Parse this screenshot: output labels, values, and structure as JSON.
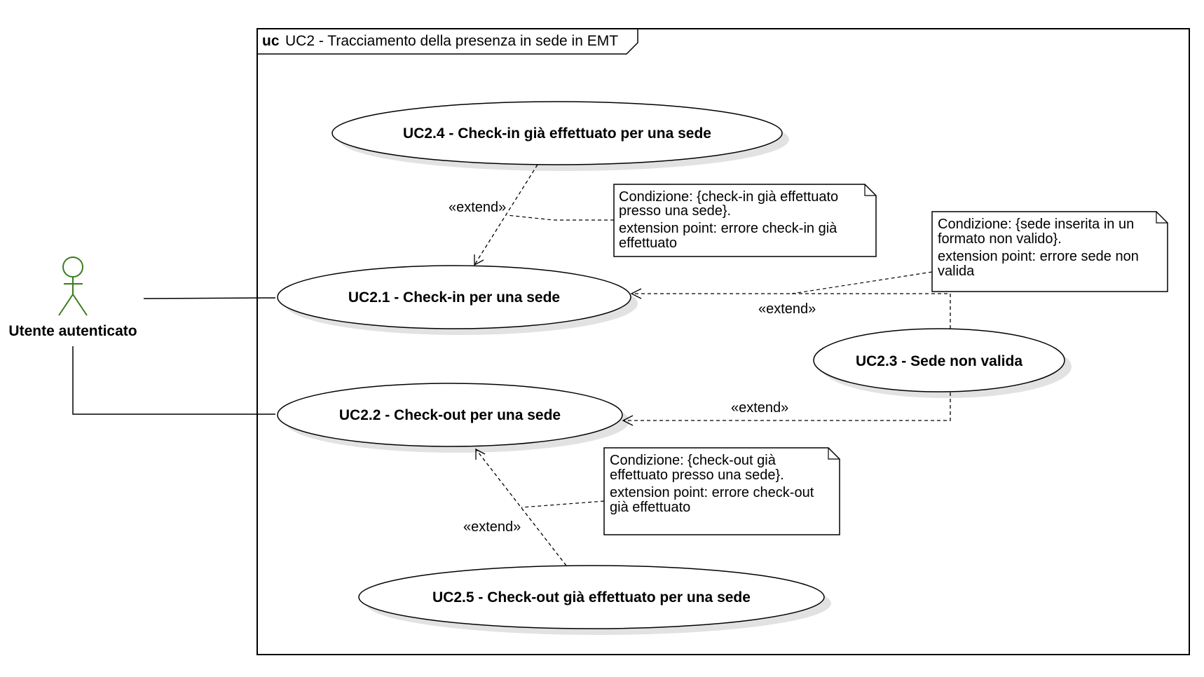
{
  "frame": {
    "keyword": "uc",
    "title": "UC2 - Tracciamento della presenza in sede in EMT"
  },
  "actor": {
    "name": "Utente autenticato",
    "color": "#3a7d1e"
  },
  "use_cases": {
    "uc21": "UC2.1 - Check-in per una sede",
    "uc22": "UC2.2 - Check-out per una sede",
    "uc23": "UC2.3 - Sede non valida",
    "uc24": "UC2.4 - Check-in già effettuato per una sede",
    "uc25": "UC2.5 - Check-out già effettuato per una sede"
  },
  "stereotype": "«extend»",
  "notes": {
    "note24": [
      "Condizione: {check-in già effettuato",
      "presso una sede}.",
      "extension point: errore check-in già",
      "effettuato"
    ],
    "note23": [
      "Condizione: {sede inserita in un",
      "formato non valido}.",
      "extension point: errore sede non",
      "valida"
    ],
    "note25": [
      "Condizione: {check-out già",
      "effettuato presso una sede}.",
      "extension point: errore check-out",
      "già effettuato"
    ]
  }
}
